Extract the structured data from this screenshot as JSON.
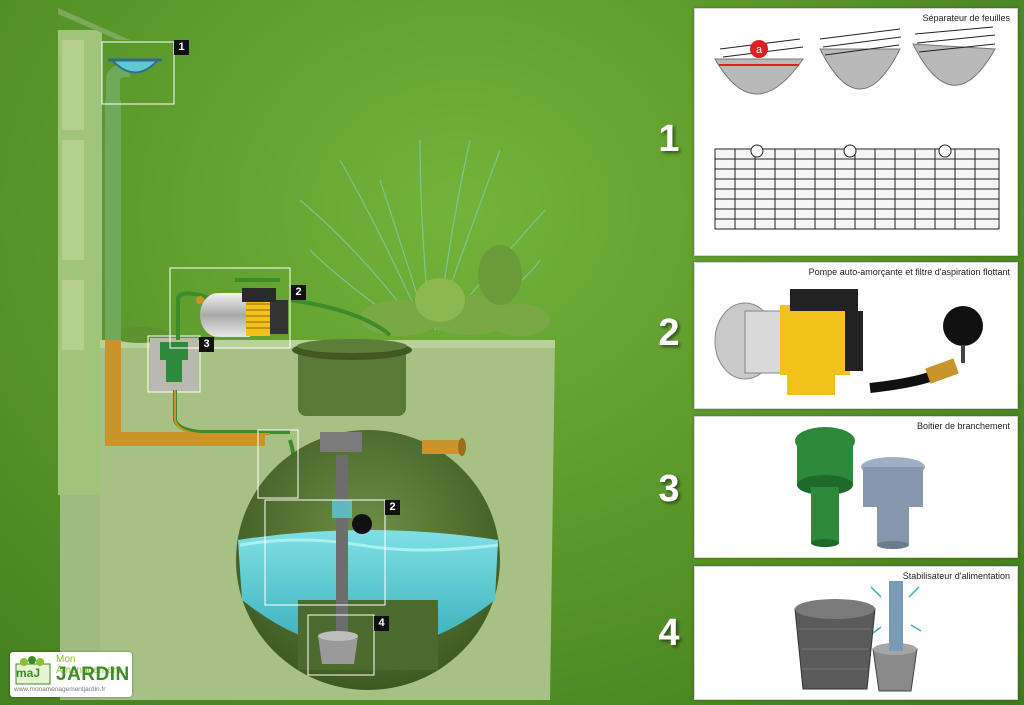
{
  "callouts": {
    "gutter": "1",
    "pump": "2",
    "filter": "2",
    "junction_box": "3",
    "stabilizer": "4"
  },
  "panels": [
    {
      "number": "1",
      "title": "Séparateur de feuilles"
    },
    {
      "number": "2",
      "title": "Pompe auto-amorçante et filtre d'aspiration flottant"
    },
    {
      "number": "3",
      "title": "Boitier de branchement"
    },
    {
      "number": "4",
      "title": "Stabilisateur d'alimentation"
    }
  ],
  "logo": {
    "line1": "Mon Aménagement",
    "line2": "JARDIN",
    "url": "www.monamenagementjardin.fr",
    "badge": "maJ"
  },
  "colors": {
    "background": "#5c9a2c",
    "soil": "#9fbc7a",
    "tank": "#4b6b2e",
    "water": "#5ec9d2",
    "pipe_orange": "#c9942a",
    "pump_yellow": "#f2c21a"
  }
}
